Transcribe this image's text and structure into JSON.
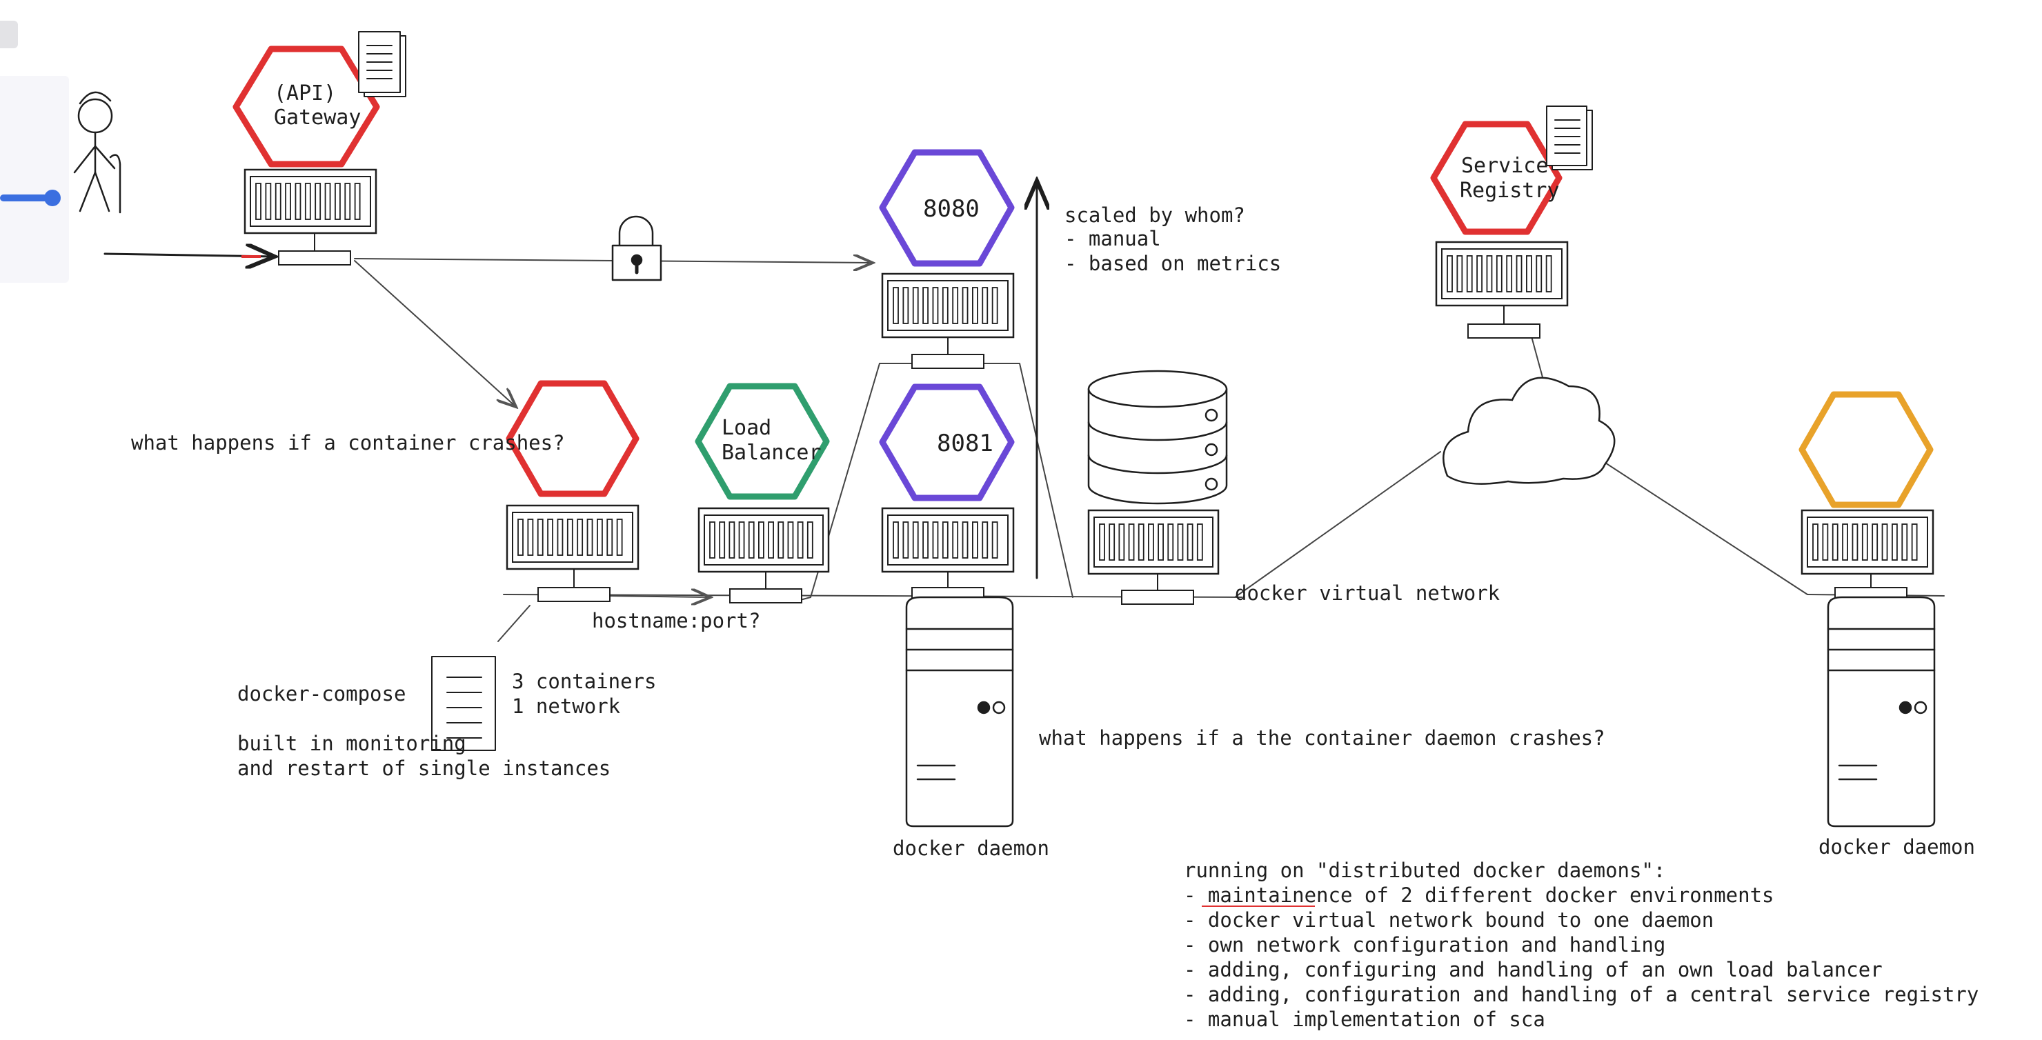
{
  "labels": {
    "api_gateway": "(API) Gateway",
    "load_balancer": "Load Balancer",
    "service_registry": "Service Registry",
    "port_8080": "8080",
    "port_8081": "8081",
    "scaled_by": "scaled by whom?",
    "scaled_manual": "- manual",
    "scaled_metrics": "- based on metrics",
    "container_crash": "what happens if a container crashes?",
    "hostname_port": "hostname:port?",
    "docker_compose": "docker-compose",
    "three_containers": "3 containers",
    "one_network": "1 network",
    "built_in_1": "built in monitoring",
    "built_in_2": "and restart of single instances",
    "docker_virtual_network": "docker virtual network",
    "daemon_crash": "what happens if a the container daemon crashes?",
    "docker_daemon_left": "docker daemon",
    "docker_daemon_right": "docker daemon"
  },
  "notes": {
    "title": "running on \"distributed docker daemons\":",
    "items": [
      "- maintainence of 2 different docker environments",
      "- docker virtual network bound to one daemon",
      "- own network configuration and handling",
      "- adding, configuring and handling of an own load balancer",
      "- adding, configuration and handling of a central service registry",
      "- manual implementation of sca"
    ]
  },
  "colors": {
    "red": "#e03131",
    "red_fill": "#ffffff",
    "purple": "#6a48d7",
    "green": "#2f9e6e",
    "orange": "#e8a22a",
    "ink": "#1e1e1e",
    "accent_blue": "#3b6fe0"
  },
  "icons": [
    "person-icon",
    "document-icon",
    "lock-icon",
    "database-icon",
    "cloud-icon",
    "server-tower-icon",
    "container-icon"
  ]
}
